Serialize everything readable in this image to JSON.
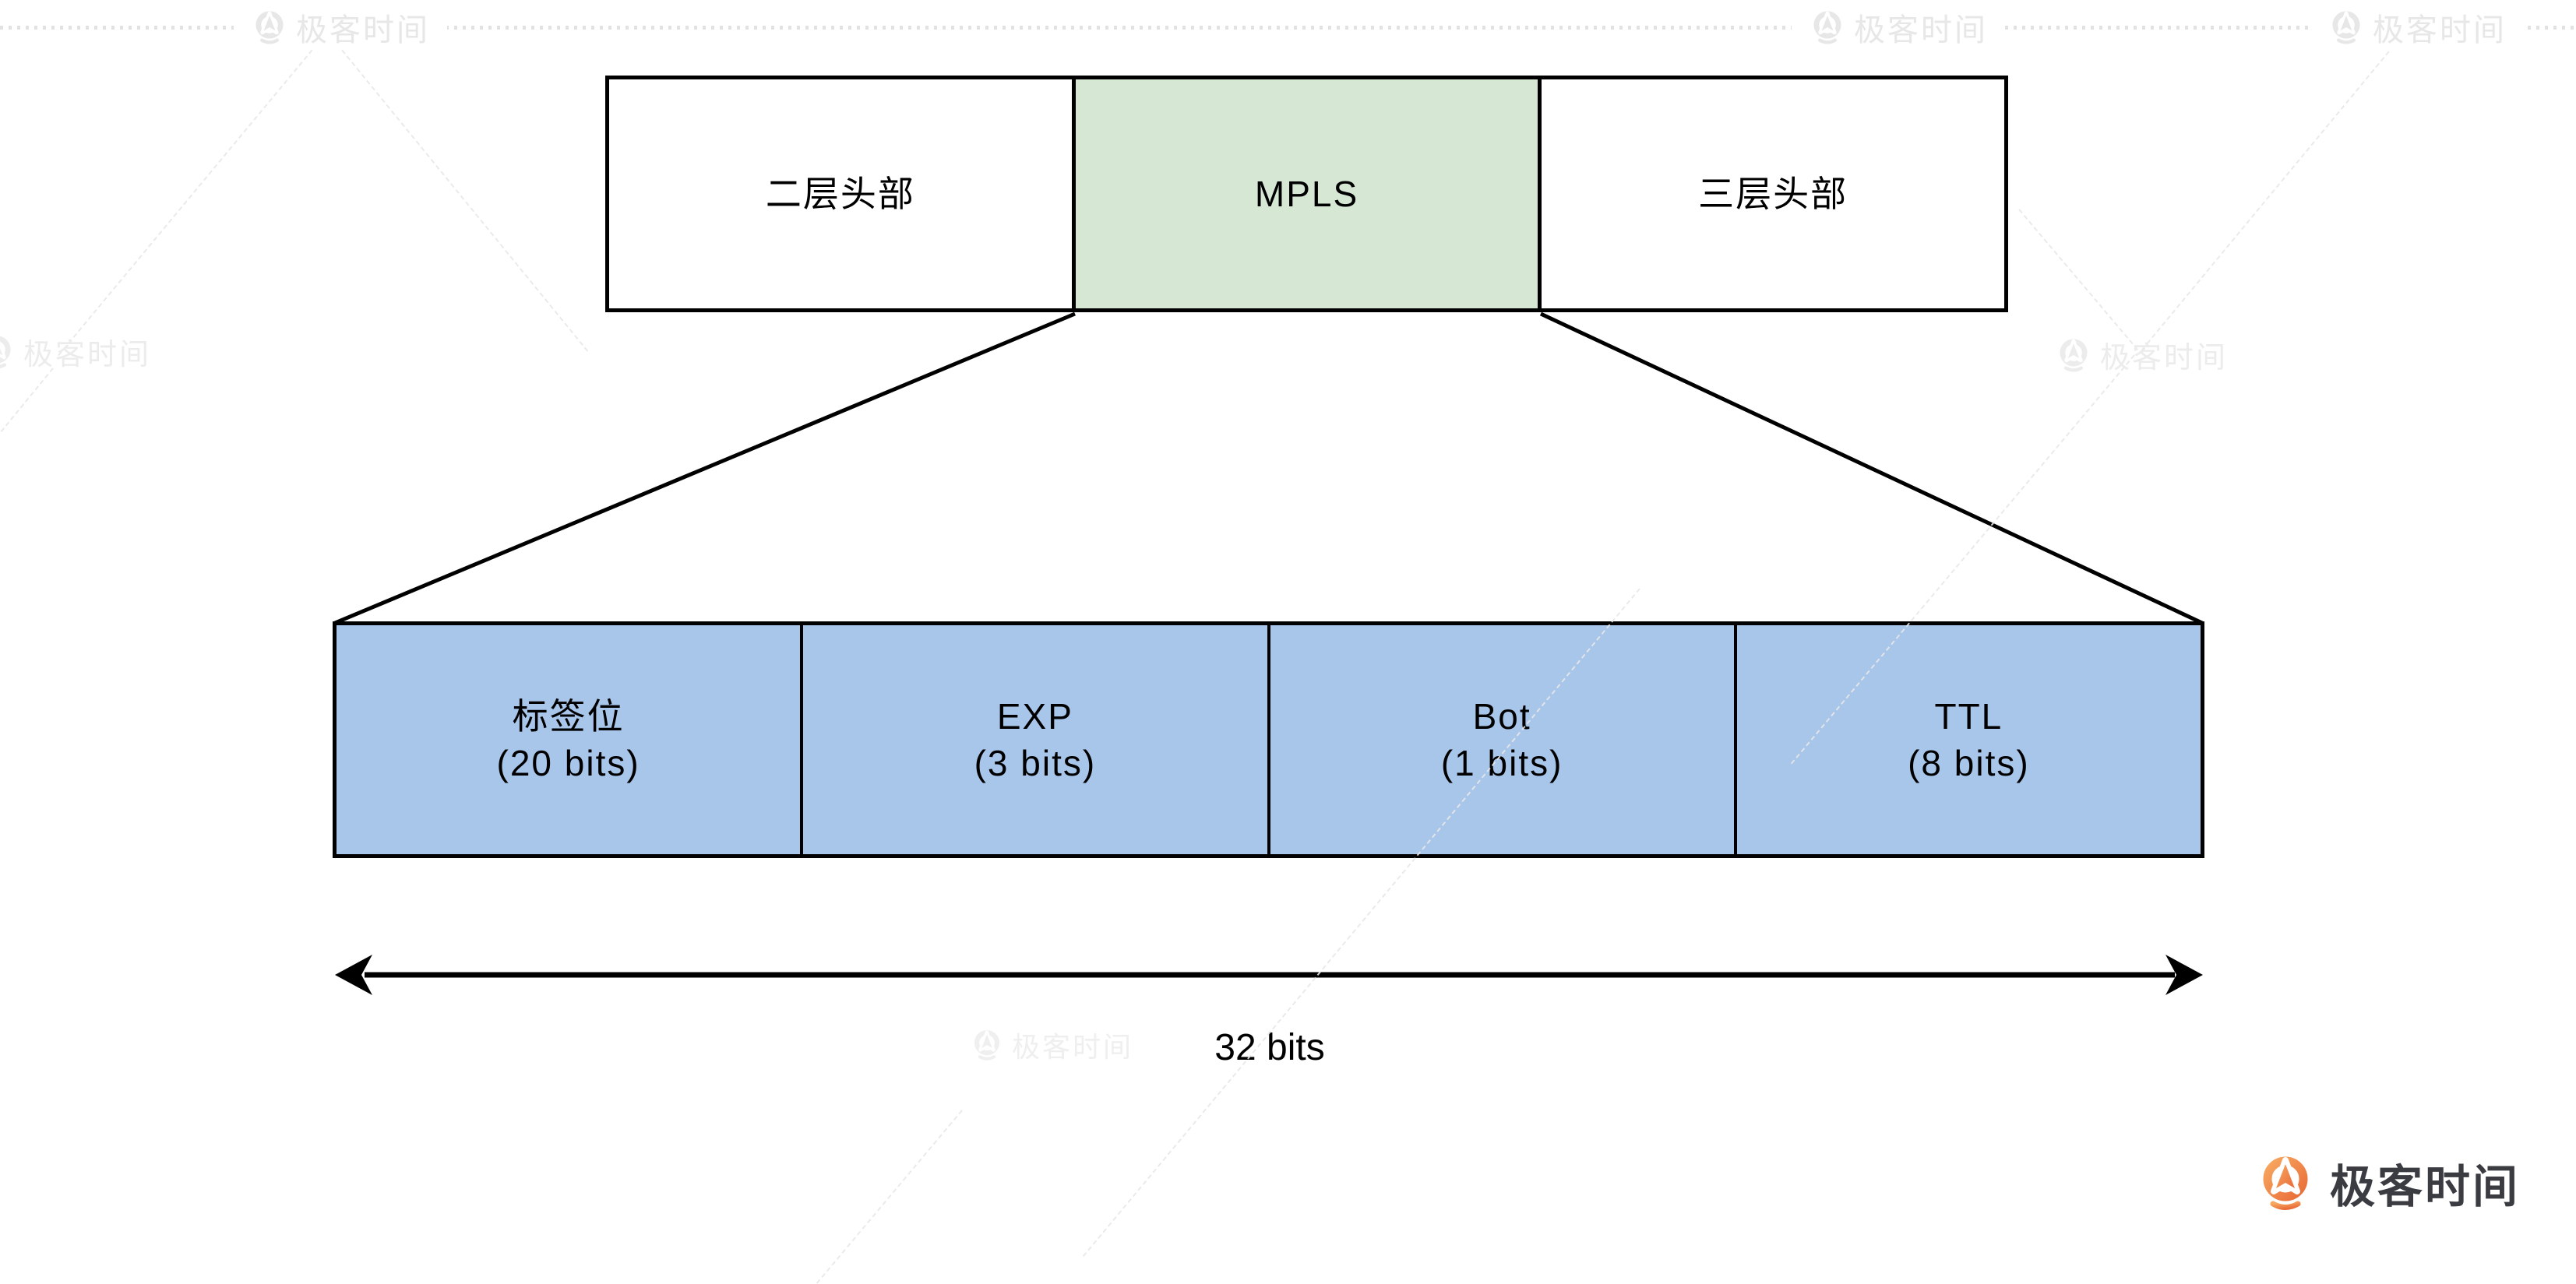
{
  "diagram": {
    "packet_layers": [
      {
        "label": "二层头部"
      },
      {
        "label": "MPLS"
      },
      {
        "label": "三层头部"
      }
    ],
    "mpls_fields": [
      {
        "name": "标签位",
        "bits": "(20 bits)"
      },
      {
        "name": "EXP",
        "bits": "(3 bits)"
      },
      {
        "name": "Bot",
        "bits": "(1 bits)"
      },
      {
        "name": "TTL",
        "bits": "(8 bits)"
      }
    ],
    "width_label": "32 bits"
  },
  "watermark": {
    "text": "极客时间"
  },
  "brand": {
    "name": "极客时间"
  },
  "colors": {
    "mpls_fill": "#d6e7d4",
    "field_fill": "#a8c5ea",
    "line": "#000000",
    "watermark_gray": "#e7e7e7",
    "brand_text": "#3a3c42",
    "brand_orange_start": "#f7a860",
    "brand_orange_end": "#e96c38"
  }
}
